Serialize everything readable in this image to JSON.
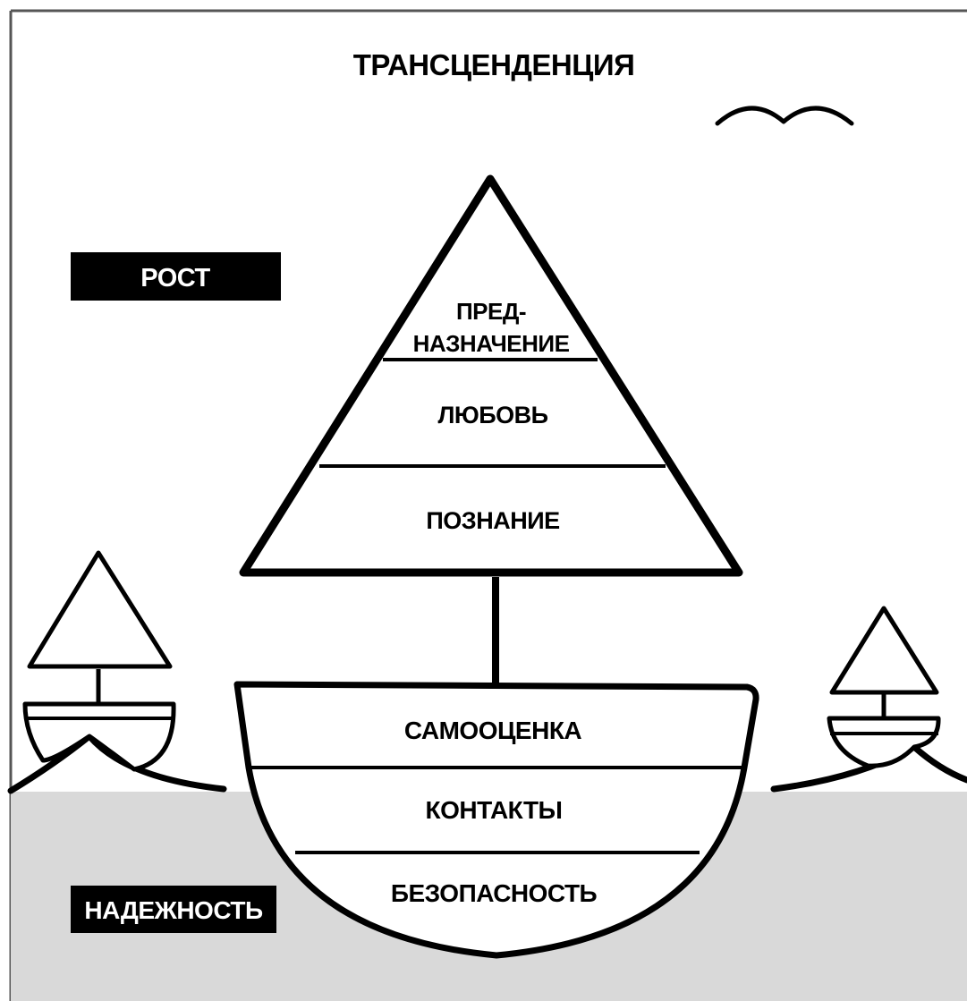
{
  "title": "ТРАНСЦЕНДЕНЦИЯ",
  "growth_label": "РОСТ",
  "security_label": "НАДЕЖНОСТЬ",
  "sail_levels": {
    "purpose_line1": "ПРЕД-",
    "purpose_line2": "НАЗНАЧЕНИЕ",
    "love": "ЛЮБОВЬ",
    "exploration": "ПОЗНАНИЕ"
  },
  "hull_levels": {
    "esteem": "САМООЦЕНКА",
    "connection": "КОНТАКТЫ",
    "safety": "БЕЗОПАСНОСТЬ"
  },
  "colors": {
    "ink": "#000000",
    "water": "#d9d9d9",
    "paper": "#ffffff"
  }
}
